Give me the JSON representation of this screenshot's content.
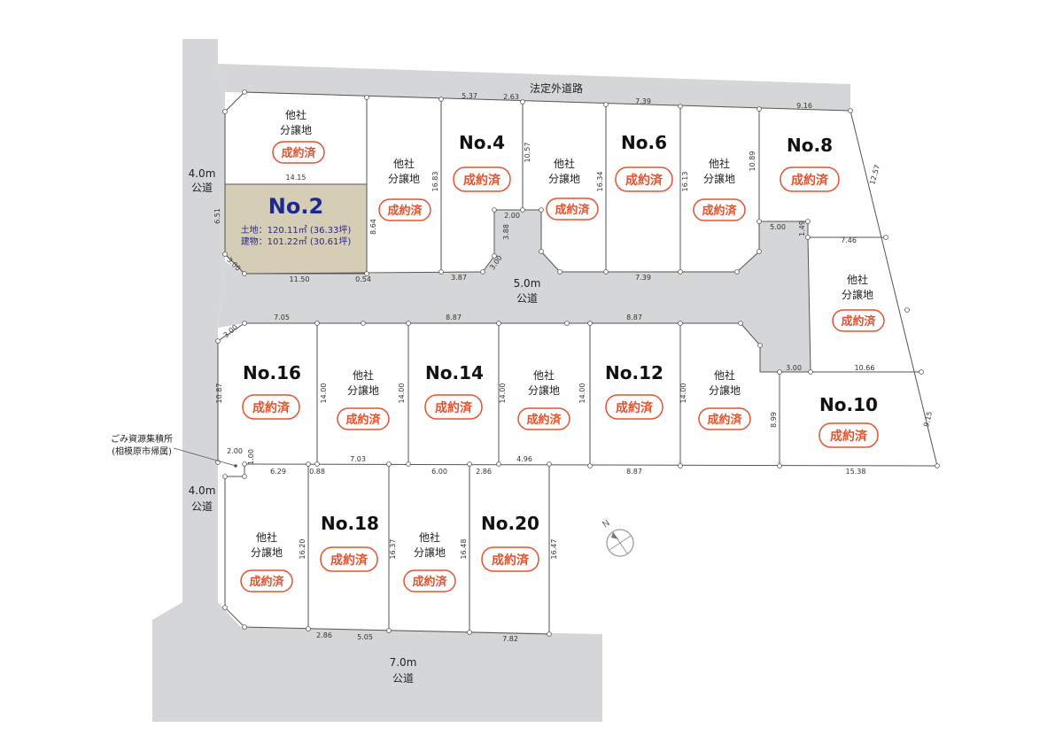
{
  "roads": {
    "north": "法定外道路",
    "west_upper_width": "4.0m",
    "west_upper_kind": "公道",
    "west_lower_width": "4.0m",
    "west_lower_kind": "公道",
    "center_width": "5.0m",
    "center_kind": "公道",
    "south_width": "7.0m",
    "south_kind": "公道"
  },
  "colors": {
    "road": "#d4d6d8",
    "highlight_lot": "#d6cdb6",
    "sold_badge": "#e2532f",
    "selected_lot_title": "#1d2a8c"
  },
  "selected_lot": {
    "label": "No.2",
    "land": "土地：120.11㎡ (36.33坪)",
    "building": "建物：101.22㎡ (30.61坪)"
  },
  "lots": {
    "no4": "No.4",
    "no6": "No.6",
    "no8": "No.8",
    "no10": "No.10",
    "no12": "No.12",
    "no14": "No.14",
    "no16": "No.16",
    "no18": "No.18",
    "no20": "No.20"
  },
  "sold_label": "成約済",
  "other_label_line1": "他社",
  "other_label_line2": "分譲地",
  "garbage": {
    "line1": "ごみ資源集積所",
    "line2": "(相模原市帰属)"
  },
  "compass": "N",
  "dimensions": {
    "d_537": "5.37",
    "d_263": "2.63",
    "d_739a": "7.39",
    "d_916": "9.16",
    "d_1415": "14.15",
    "d_651": "6.51",
    "d_864": "8.64",
    "d_1683": "16.83",
    "d_1057": "10.57",
    "d_1634": "16.34",
    "d_1613": "16.13",
    "d_1089": "10.89",
    "d_1257": "12.57",
    "d_200a": "2.00",
    "d_388": "3.88",
    "d_300a": "3.00",
    "d_300b": "3.00",
    "d_1150": "11.50",
    "d_054": "0.54",
    "d_387": "3.87",
    "d_739b": "7.39",
    "d_500a": "5.00",
    "d_149": "1.49",
    "d_746": "7.46",
    "d_705": "7.05",
    "d_887a": "8.87",
    "d_887b": "8.87",
    "d_300c": "3.00",
    "d_300d": "3.00",
    "d_1066": "10.66",
    "d_1087": "10.87",
    "d_1400a": "14.00",
    "d_1400b": "14.00",
    "d_1400c": "14.00",
    "d_1400d": "14.00",
    "d_1400e": "14.00",
    "d_899": "8.99",
    "d_915": "9.15",
    "d_200b": "2.00",
    "d_100": "1.00",
    "d_629": "6.29",
    "d_088": "0.88",
    "d_703": "7.03",
    "d_600": "6.00",
    "d_286a": "2.86",
    "d_496": "4.96",
    "d_887c": "8.87",
    "d_1538": "15.38",
    "d_1620": "16.20",
    "d_1637": "16.37",
    "d_1648": "16.48",
    "d_1647": "16.47",
    "d_286b": "2.86",
    "d_505": "5.05",
    "d_782": "7.82"
  }
}
